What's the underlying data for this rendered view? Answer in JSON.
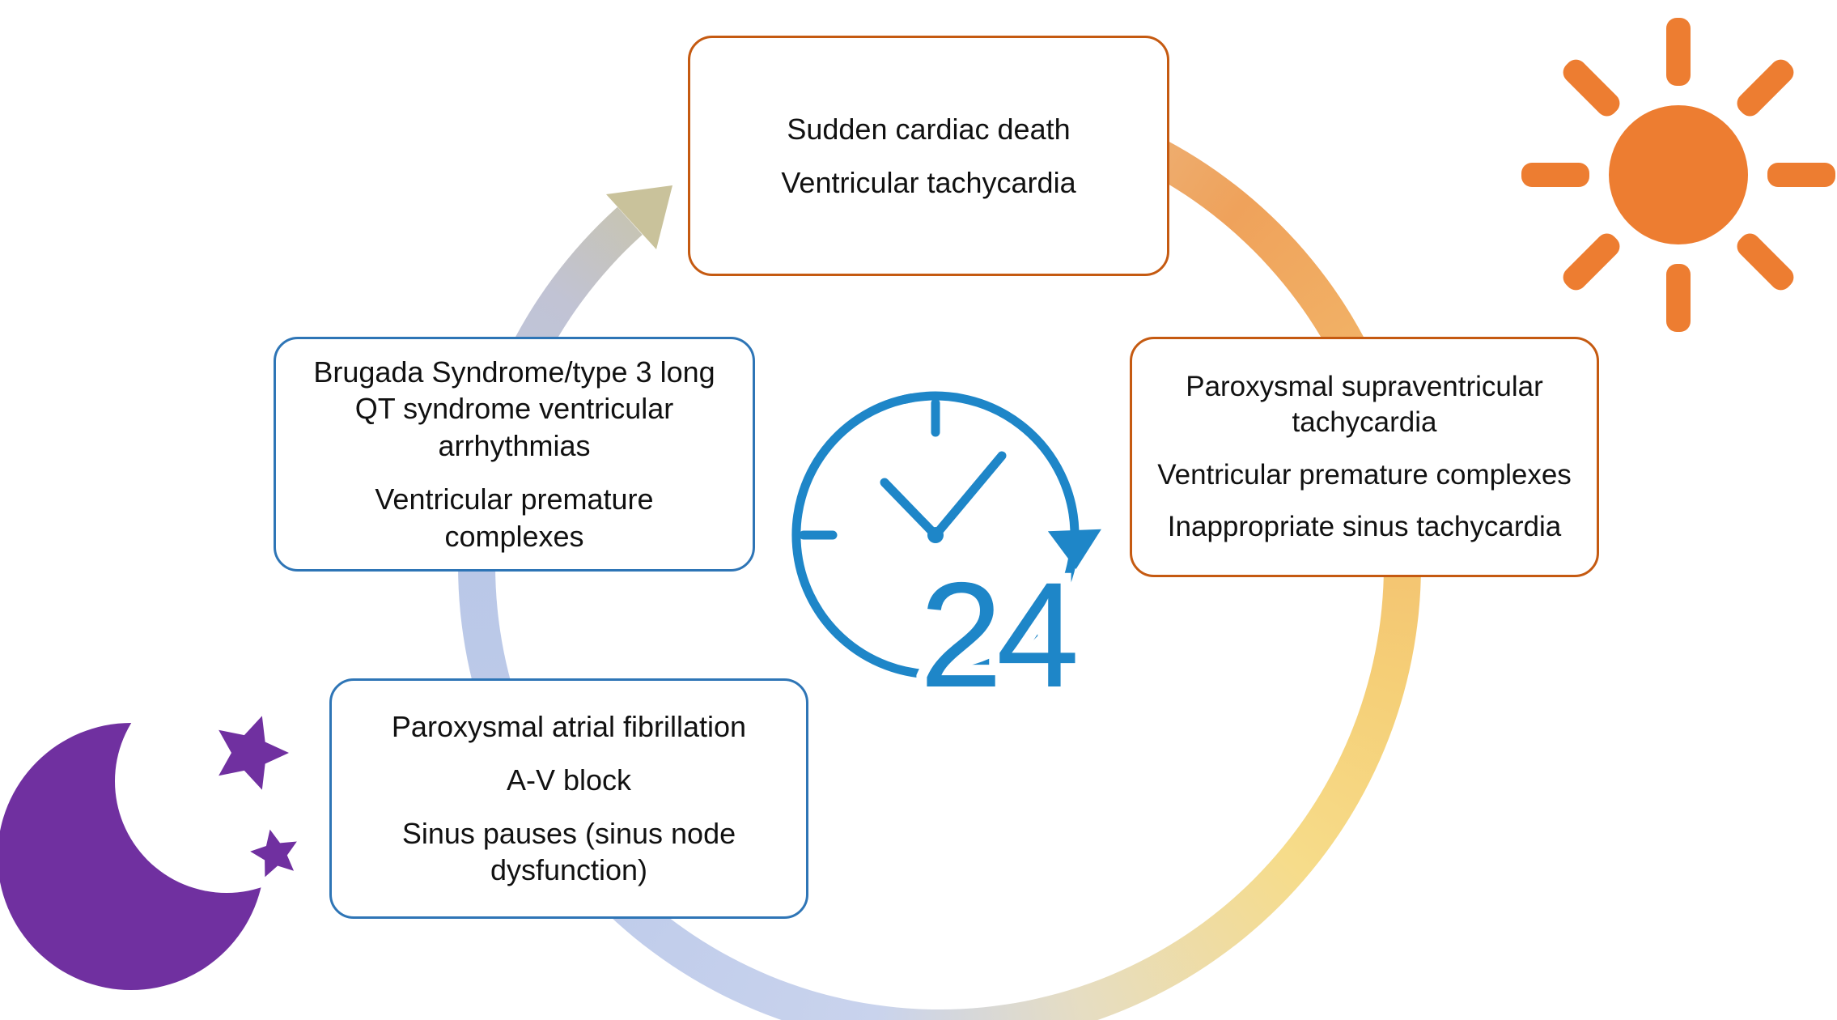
{
  "figure": {
    "center_label": "24",
    "boxes": {
      "top": {
        "items": [
          "Sudden cardiac death",
          "Ventricular tachycardia"
        ]
      },
      "left": {
        "items": [
          "Brugada Syndrome/type 3 long QT syndrome ventricular arrhythmias",
          "Ventricular premature complexes"
        ]
      },
      "right": {
        "items": [
          "Paroxysmal supraventricular tachycardia",
          "Ventricular premature complexes",
          "Inappropriate sinus tachycardia"
        ]
      },
      "bottom": {
        "items": [
          "Paroxysmal atrial fibrillation",
          "A-V block",
          "Sinus pauses (sinus node dysfunction)"
        ]
      }
    },
    "icons": {
      "sun": "sun-icon",
      "moon": "crescent-moon-with-stars-icon",
      "clock": "24-hour-clock-icon",
      "ring_arrow": "ring-arrowhead-icon"
    },
    "colors": {
      "day_border": "#C55A11",
      "night_border": "#2E75B6",
      "sun": "#ED7D31",
      "moon": "#7030A0",
      "clock_blue": "#1E86C8",
      "ring_orange": "#EFA25B",
      "ring_yellow": "#F5CF77",
      "ring_blue": "#BCCAE9",
      "ring_tan": "#CBC49D",
      "text": "#111111"
    }
  }
}
